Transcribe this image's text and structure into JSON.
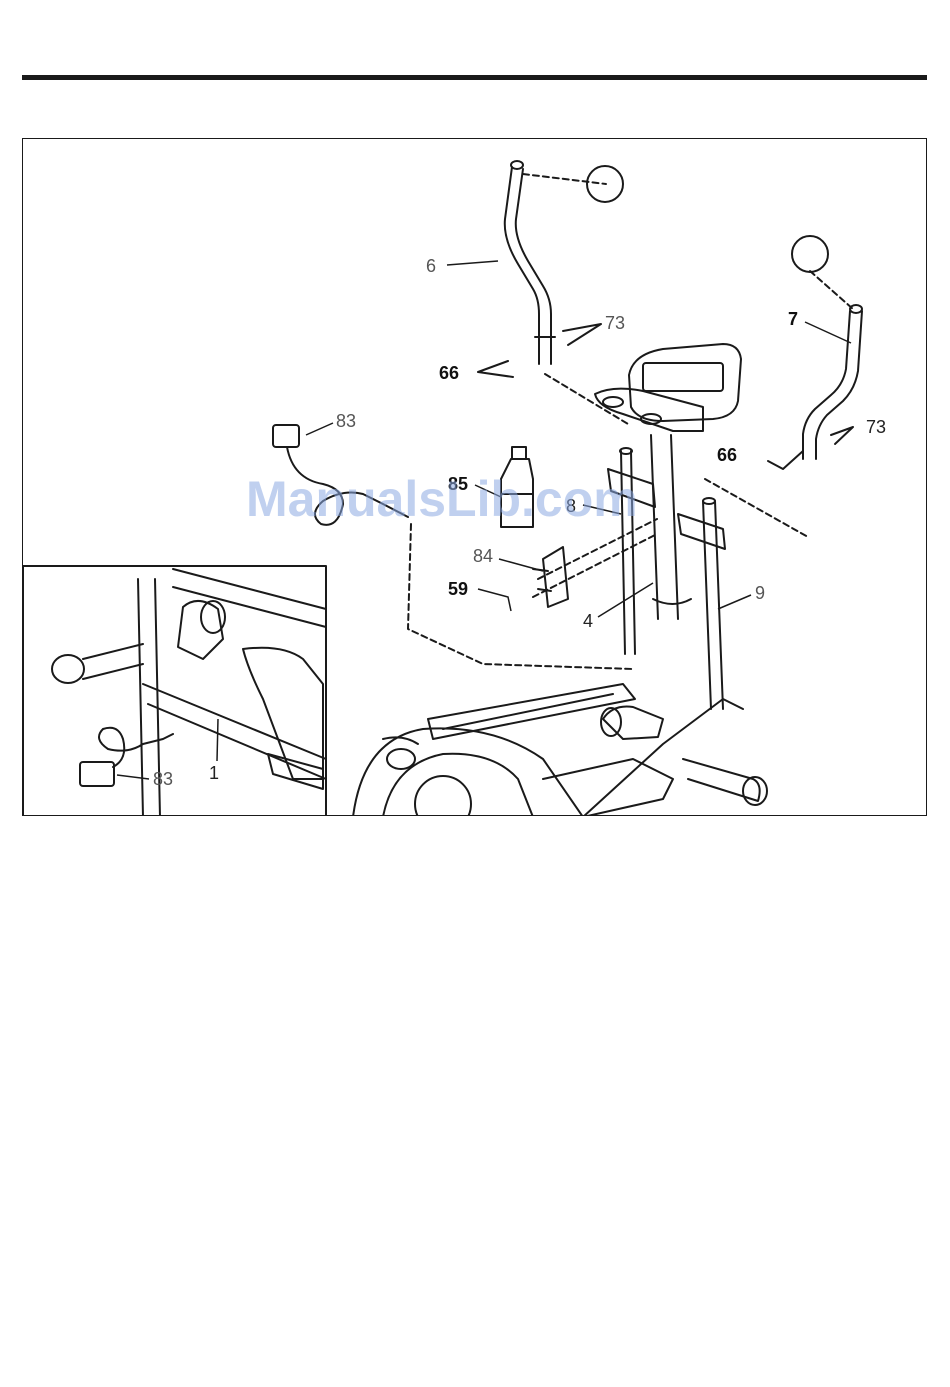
{
  "labels": {
    "l6": "6",
    "l7": "7",
    "l73a": "73",
    "l73b": "73",
    "l66a": "66",
    "l66b": "66",
    "l83a": "83",
    "l83b": "83",
    "l85": "85",
    "l8": "8",
    "l84": "84",
    "l59": "59",
    "l4": "4",
    "l9": "9",
    "l1": "1"
  },
  "watermark": "ManualsLib.com",
  "colors": {
    "line": "#1a1a1a",
    "watermark": "#8caae1"
  }
}
